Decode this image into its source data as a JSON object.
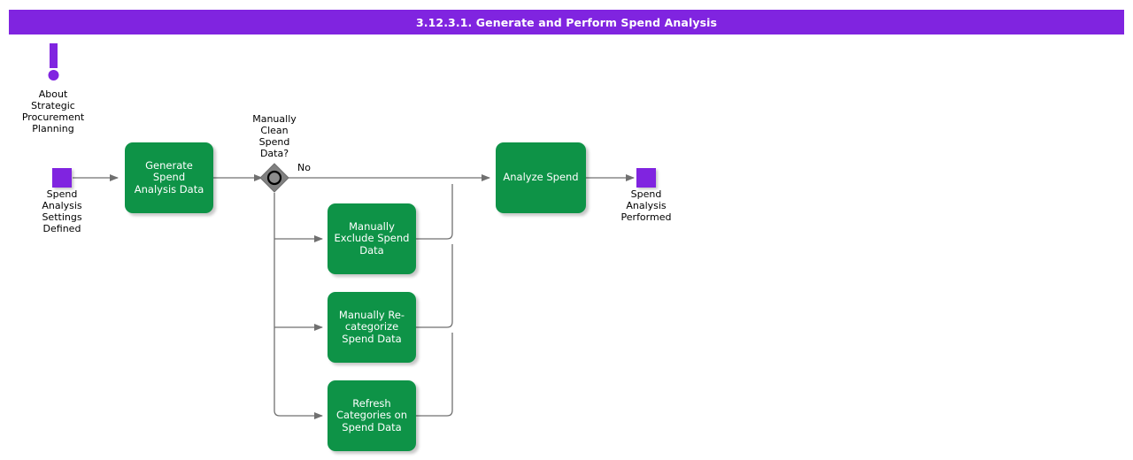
{
  "header": {
    "title": "3.12.3.1. Generate and Perform Spend Analysis",
    "background_color": "#8024e0",
    "text_color": "#ffffff"
  },
  "colors": {
    "task_green": "#0e9347",
    "event_purple": "#8024e0",
    "gateway_gray": "#808080",
    "connector_gray": "#707070",
    "label_black": "#000000"
  },
  "annotation": {
    "icon": "exclamation-icon",
    "label": "About\nStrategic\nProcurement\nPlanning"
  },
  "start_event": {
    "name": "start-event",
    "label": "Spend\nAnalysis\nSettings\nDefined"
  },
  "end_event": {
    "name": "end-event",
    "label": "Spend\nAnalysis\nPerformed"
  },
  "gateway": {
    "name": "inclusive-gateway",
    "label": "Manually\nClean\nSpend\nData?",
    "type": "inclusive"
  },
  "flow_labels": {
    "no": "No"
  },
  "tasks": [
    {
      "id": "generate-spend-analysis-data",
      "label": "Generate Spend\nAnalysis Data"
    },
    {
      "id": "manually-exclude-spend-data",
      "label": "Manually\nExclude Spend\nData"
    },
    {
      "id": "manually-recategorize-spend-data",
      "label": "Manually Re-\ncategorize\nSpend Data"
    },
    {
      "id": "refresh-categories-on-spend-data",
      "label": "Refresh\nCategories on\nSpend Data"
    },
    {
      "id": "analyze-spend",
      "label": "Analyze Spend"
    }
  ]
}
